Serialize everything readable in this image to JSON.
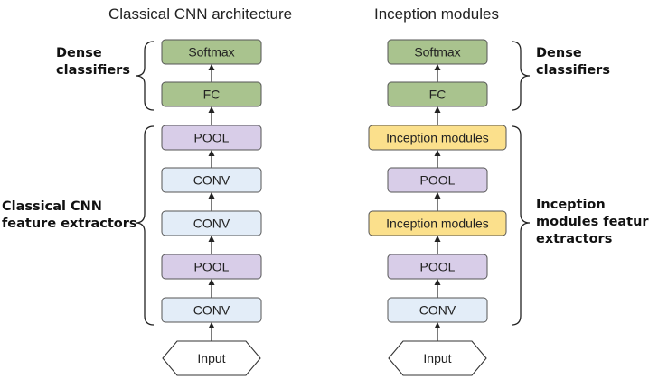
{
  "left": {
    "title": "Classical CNN architecture",
    "input": "Input",
    "blocks": [
      {
        "label": "Softmax",
        "kind": "dense"
      },
      {
        "label": "FC",
        "kind": "dense"
      },
      {
        "label": "POOL",
        "kind": "pool"
      },
      {
        "label": "CONV",
        "kind": "conv"
      },
      {
        "label": "CONV",
        "kind": "conv"
      },
      {
        "label": "POOL",
        "kind": "pool"
      },
      {
        "label": "CONV",
        "kind": "conv"
      }
    ],
    "dense_label": [
      "Dense",
      "classifiers"
    ],
    "feature_label": [
      "Classical CNN",
      "feature extractors"
    ]
  },
  "right": {
    "title": "Inception modules",
    "input": "Input",
    "blocks": [
      {
        "label": "Softmax",
        "kind": "dense"
      },
      {
        "label": "FC",
        "kind": "dense"
      },
      {
        "label": "Inception modules",
        "kind": "inception"
      },
      {
        "label": "POOL",
        "kind": "pool"
      },
      {
        "label": "Inception modules",
        "kind": "inception"
      },
      {
        "label": "POOL",
        "kind": "pool"
      },
      {
        "label": "CONV",
        "kind": "conv"
      }
    ],
    "dense_label": [
      "Dense",
      "classifiers"
    ],
    "feature_label": [
      "Inception",
      "modules feature",
      "extractors"
    ]
  },
  "colors": {
    "dense": "#a9c38e",
    "pool": "#d8cde8",
    "conv": "#e3edf8",
    "inception": "#fbe08c",
    "stroke": "#555555",
    "arrow": "#222222"
  }
}
